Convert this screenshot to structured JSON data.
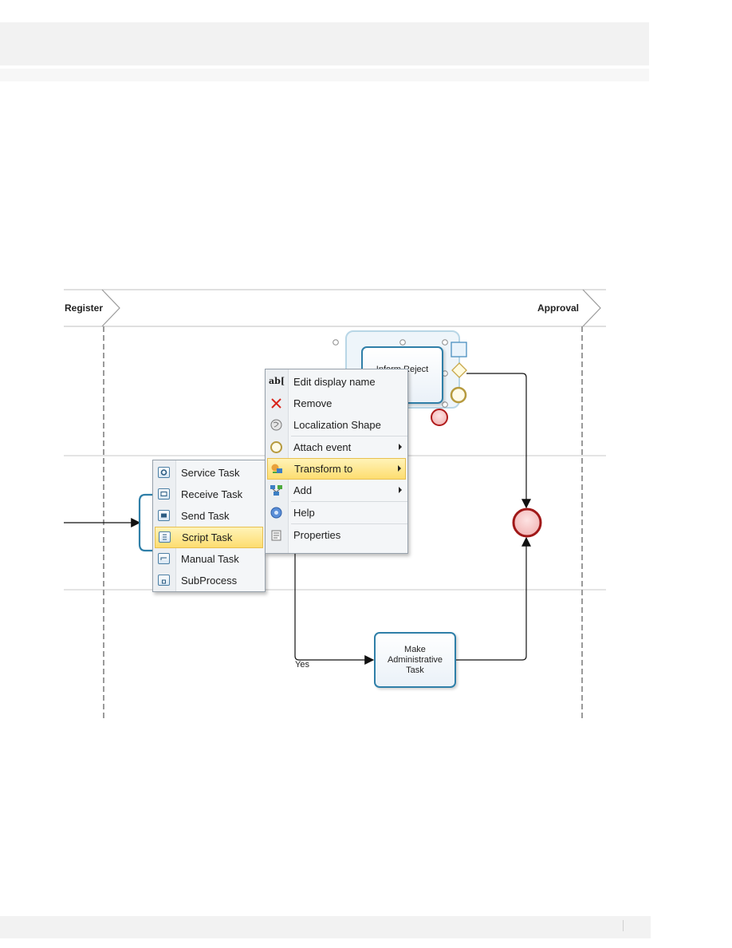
{
  "lanes": {
    "left_header": "Register",
    "right_header": "Approval"
  },
  "tasks": {
    "inform_reject": "Inform Reject\non",
    "make_admin": "Make\nAdministrative\nTask"
  },
  "flows": {
    "yes_label": "Yes"
  },
  "context_menu": {
    "items": [
      {
        "label": "Edit display name",
        "icon": "text-edit-icon"
      },
      {
        "label": "Remove",
        "icon": "remove-icon"
      },
      {
        "label": "Localization Shape",
        "icon": "globe-icon"
      },
      {
        "label": "Attach event",
        "icon": "event-ring-icon",
        "submenu": true
      },
      {
        "label": "Transform to",
        "icon": "transform-icon",
        "submenu": true,
        "highlighted": true
      },
      {
        "label": "Add",
        "icon": "add-shapes-icon",
        "submenu": true
      },
      {
        "label": "Help",
        "icon": "help-icon"
      },
      {
        "label": "Properties",
        "icon": "properties-icon"
      }
    ]
  },
  "transform_menu": {
    "items": [
      {
        "label": "Service Task",
        "icon": "service-task-icon"
      },
      {
        "label": "Receive Task",
        "icon": "receive-task-icon"
      },
      {
        "label": "Send Task",
        "icon": "send-task-icon"
      },
      {
        "label": "Script Task",
        "icon": "script-task-icon",
        "highlighted": true
      },
      {
        "label": "Manual Task",
        "icon": "manual-task-icon"
      },
      {
        "label": "SubProcess",
        "icon": "subprocess-icon"
      }
    ]
  },
  "colors": {
    "task_border": "#2f7fa8",
    "end_event_border": "#a01818",
    "end_event_fill": "#f5c9c9",
    "highlight": "#fddd70"
  }
}
